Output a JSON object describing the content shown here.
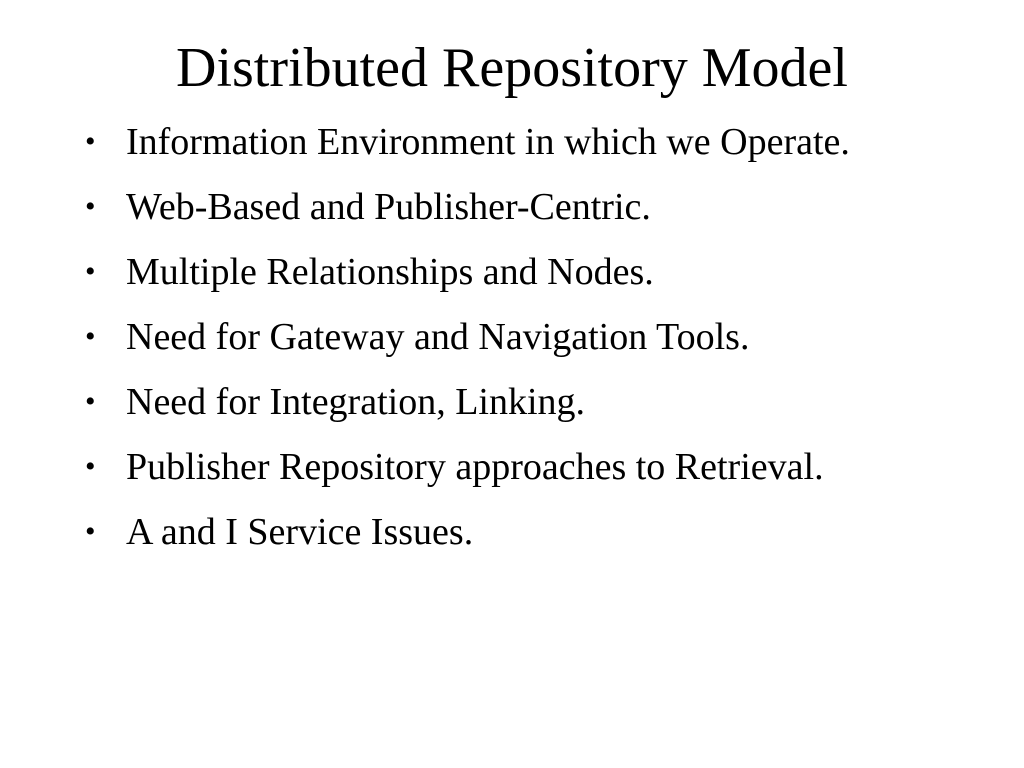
{
  "slide": {
    "title": "Distributed Repository Model",
    "bullet_glyph": "•",
    "bullets": [
      "Information Environment in which we Operate.",
      "Web-Based and Publisher-Centric.",
      "Multiple Relationships and Nodes.",
      "Need for Gateway and Navigation Tools.",
      "Need for Integration, Linking.",
      "Publisher Repository approaches to Retrieval.",
      "A and I Service Issues."
    ]
  },
  "colors": {
    "background": "#ffffff",
    "text": "#000000"
  }
}
